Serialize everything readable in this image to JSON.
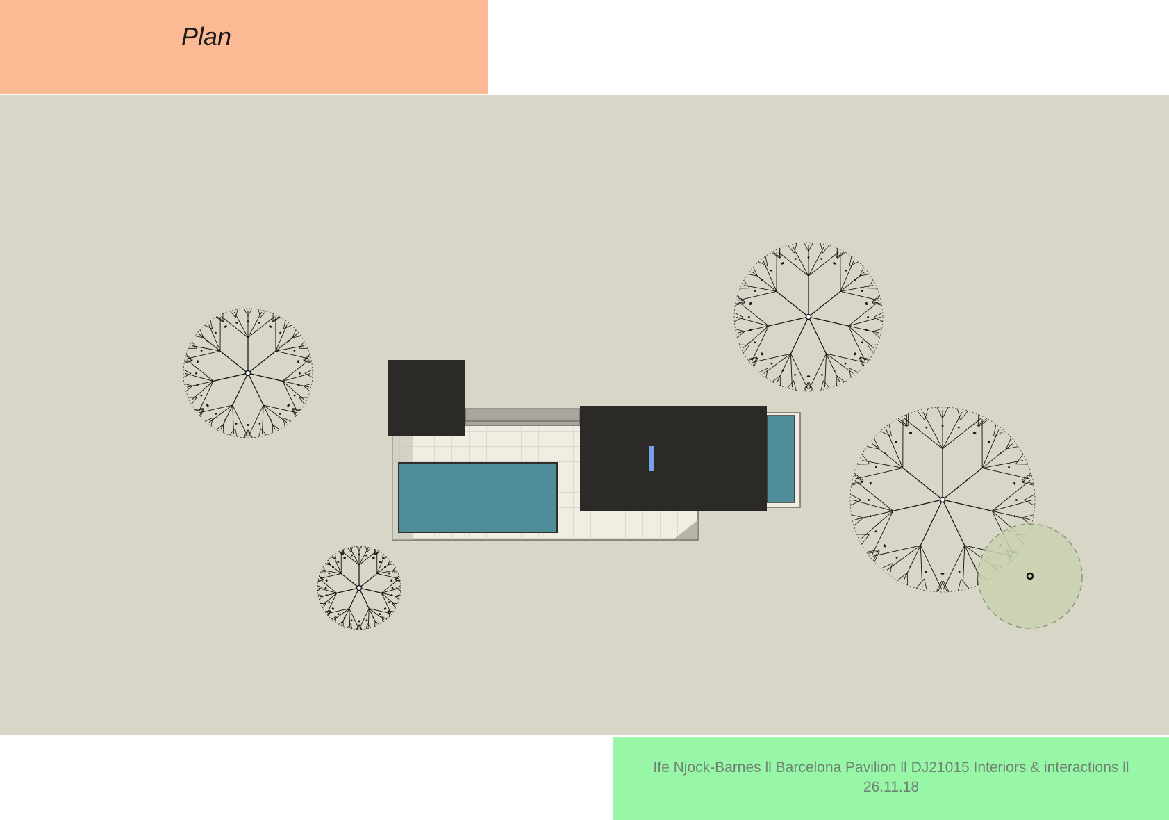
{
  "header": {
    "title": "Plan"
  },
  "footer": {
    "caption_line1": "Ife Njock-Barnes ll Barcelona Pavilion ll DJ21015 Interiors & interactions ll",
    "caption_line2": "26.11.18"
  },
  "colors": {
    "title_band": "#fbb994",
    "ground": "#d7d6c7",
    "caption_band": "#98f7a6",
    "roof": "#2b2a27",
    "pool_water": "#4f8e99",
    "floor_paving": "#f0eee3",
    "accent_window": "#7a9fea",
    "proposed_tree_fill": "#c9d3b0"
  },
  "plan": {
    "elements": [
      "tree-symbol",
      "tree-symbol",
      "tree-symbol",
      "tree-symbol",
      "proposed-tree-dashed",
      "roof-block-small",
      "roof-block-large",
      "large-pool",
      "small-pool",
      "paved-podium"
    ]
  }
}
